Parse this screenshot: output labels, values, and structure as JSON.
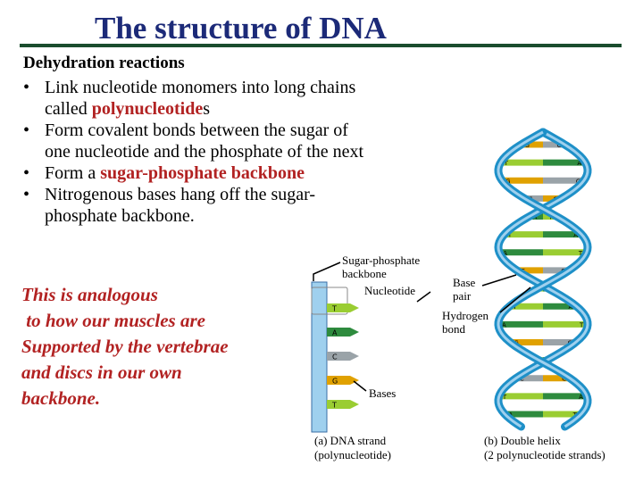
{
  "title": "The structure of DNA",
  "heading": "Dehydration reactions",
  "bullets": [
    {
      "marker": "•",
      "parts": [
        "Link nucleotide monomers into long chains",
        "called ",
        "polynucleotide",
        "s"
      ]
    },
    {
      "marker": "•",
      "parts": [
        "Form covalent bonds between the sugar of",
        "one nucleotide and the phosphate of the next"
      ]
    },
    {
      "marker": "•",
      "parts": [
        "Form a ",
        "sugar-phosphate backbone"
      ]
    },
    {
      "marker": "•",
      "parts": [
        "Nitrogenous bases hang off the sugar-",
        "phosphate backbone."
      ]
    }
  ],
  "analogy": [
    "This is analogous",
    " to how our muscles are",
    "Supported by the vertebrae",
    "and discs in our own",
    "backbone."
  ],
  "figure": {
    "labels": {
      "sugar_phosphate_1": "Sugar-phosphate",
      "sugar_phosphate_2": "backbone",
      "nucleotide": "Nucleotide",
      "base_pair_1": "Base",
      "base_pair_2": "pair",
      "hydrogen_1": "Hydrogen",
      "hydrogen_2": "bond",
      "bases": "Bases",
      "caption_a_1": "(a) DNA strand",
      "caption_a_2": "(polynucleotide)",
      "caption_b_1": "(b) Double helix",
      "caption_b_2": "(2 polynucleotide strands)"
    },
    "strand_bases": [
      "T",
      "A",
      "C",
      "G",
      "T"
    ],
    "helix_base_pairs": [
      [
        "C",
        "G"
      ],
      [
        "A",
        "T"
      ],
      [
        "C",
        "G"
      ],
      [
        "G",
        "C"
      ],
      [
        "A",
        "T"
      ],
      [
        "T",
        "A"
      ],
      [
        "A",
        "T"
      ],
      [
        "G",
        "C"
      ],
      [
        "A",
        "T"
      ],
      [
        "A",
        "T"
      ],
      [
        "T",
        "A"
      ],
      [
        "C",
        "G"
      ],
      [
        "A",
        "T"
      ],
      [
        "C",
        "G"
      ],
      [
        "T",
        "A"
      ],
      [
        "A",
        "T"
      ]
    ],
    "colors": {
      "adenine": "#2e8b3e",
      "thymine": "#9acd32",
      "cytosine": "#9aa3a8",
      "guanine": "#e0a100",
      "backbone": "#1e90c8",
      "backbone_light": "#9fd0ee",
      "sugar": "#f0e68c"
    }
  }
}
